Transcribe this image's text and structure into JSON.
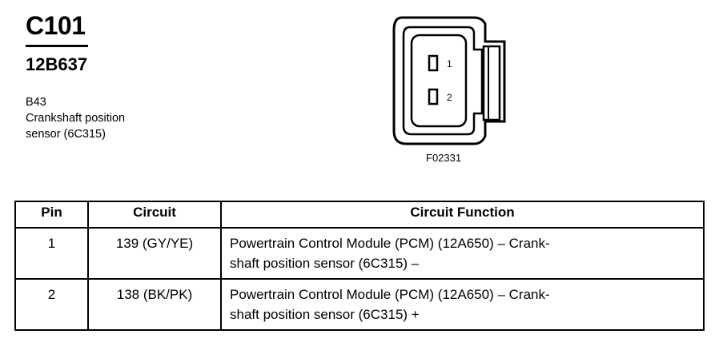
{
  "connector": {
    "id": "C101",
    "part_number": "12B637",
    "component_code": "B43",
    "description_lines": [
      "Crankshaft position",
      "sensor (6C315)"
    ],
    "figure_id": "F02331",
    "pin_labels": [
      "1",
      "2"
    ]
  },
  "table": {
    "headers": [
      "Pin",
      "Circuit",
      "Circuit Function"
    ],
    "rows": [
      {
        "pin": "1",
        "circuit": "139 (GY/YE)",
        "function_lines": [
          "Powertrain Control Module (PCM) (12A650) – Crank-",
          "shaft position sensor (6C315) –"
        ]
      },
      {
        "pin": "2",
        "circuit": "138 (BK/PK)",
        "function_lines": [
          "Powertrain Control Module (PCM) (12A650) – Crank-",
          "shaft position sensor (6C315) +"
        ]
      }
    ]
  }
}
